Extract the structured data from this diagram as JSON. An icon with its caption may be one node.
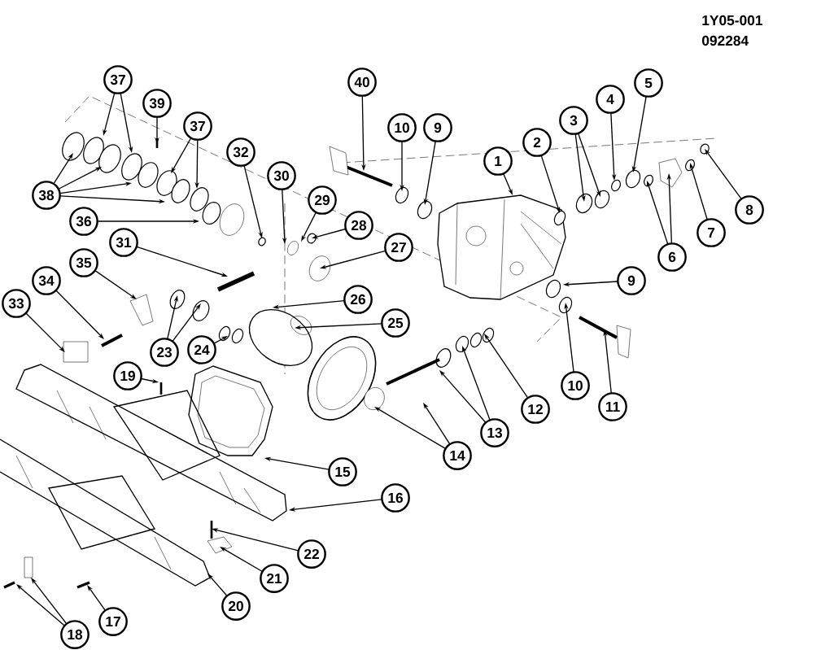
{
  "diagram": {
    "nodes": [
      {
        "text": [
          "1"
        ]
      },
      {
        "text": [
          "2"
        ]
      },
      {
        "text": [
          "3"
        ]
      },
      {
        "text": [
          "4"
        ]
      },
      {
        "text": [
          "5"
        ]
      },
      {
        "text": [
          "6"
        ]
      },
      {
        "text": [
          "7"
        ]
      },
      {
        "text": [
          "8"
        ]
      },
      {
        "text": [
          "9"
        ]
      },
      {
        "text": [
          "9"
        ]
      },
      {
        "text": [
          "10"
        ]
      },
      {
        "text": [
          "10"
        ]
      },
      {
        "text": [
          "11"
        ]
      },
      {
        "text": [
          "12"
        ]
      },
      {
        "text": [
          "13"
        ]
      },
      {
        "text": [
          "14"
        ]
      },
      {
        "text": [
          "15"
        ]
      },
      {
        "text": [
          "16"
        ]
      },
      {
        "text": [
          "17"
        ]
      },
      {
        "text": [
          "18"
        ]
      },
      {
        "text": [
          "19"
        ]
      },
      {
        "text": [
          "20"
        ]
      },
      {
        "text": [
          "21"
        ]
      },
      {
        "text": [
          "22"
        ]
      },
      {
        "text": [
          "23"
        ]
      },
      {
        "text": [
          "24"
        ]
      },
      {
        "text": [
          "25"
        ]
      },
      {
        "text": [
          "26"
        ]
      },
      {
        "text": [
          "27"
        ]
      },
      {
        "text": [
          "28"
        ]
      },
      {
        "text": [
          "29"
        ]
      },
      {
        "text": [
          "30"
        ]
      },
      {
        "text": [
          "31"
        ]
      },
      {
        "text": [
          "32"
        ]
      },
      {
        "text": [
          "33"
        ]
      },
      {
        "text": [
          "34"
        ]
      },
      {
        "text": [
          "35"
        ]
      },
      {
        "text": [
          "36"
        ]
      },
      {
        "text": [
          "37"
        ]
      },
      {
        "text": [
          "37"
        ]
      },
      {
        "text": [
          "38"
        ]
      },
      {
        "text": [
          "39"
        ]
      },
      {
        "text": [
          "40"
        ]
      }
    ],
    "edges": [
      {
        "from": 0,
        "to": null,
        "arrow": "to"
      },
      {
        "from": 1,
        "to": null,
        "arrow": "to"
      },
      {
        "from": 2,
        "to": null,
        "arrow": "to"
      },
      {
        "from": 2,
        "to": null,
        "arrow": "to"
      },
      {
        "from": 3,
        "to": null,
        "arrow": "to"
      },
      {
        "from": 4,
        "to": null,
        "arrow": "to"
      },
      {
        "from": 5,
        "to": null,
        "arrow": "to"
      },
      {
        "from": 5,
        "to": null,
        "arrow": "to"
      },
      {
        "from": 6,
        "to": null,
        "arrow": "to"
      },
      {
        "from": 7,
        "to": null,
        "arrow": "to"
      },
      {
        "from": 8,
        "to": null,
        "arrow": "to"
      },
      {
        "from": 9,
        "to": null,
        "arrow": "to"
      },
      {
        "from": 10,
        "to": null,
        "arrow": "to"
      },
      {
        "from": 11,
        "to": null,
        "arrow": "to"
      },
      {
        "from": 12,
        "to": null,
        "arrow": "to"
      },
      {
        "from": 13,
        "to": null,
        "arrow": "to"
      },
      {
        "from": 14,
        "to": null,
        "arrow": "to"
      },
      {
        "from": 14,
        "to": null,
        "arrow": "to"
      },
      {
        "from": 15,
        "to": null,
        "arrow": "to"
      },
      {
        "from": 15,
        "to": null,
        "arrow": "to"
      },
      {
        "from": 16,
        "to": null,
        "arrow": "to"
      },
      {
        "from": 17,
        "to": null,
        "arrow": "to"
      },
      {
        "from": 18,
        "to": null,
        "arrow": "to"
      },
      {
        "from": 19,
        "to": null,
        "arrow": "to"
      },
      {
        "from": 19,
        "to": null,
        "arrow": "to"
      },
      {
        "from": 20,
        "to": null,
        "arrow": "to"
      },
      {
        "from": 21,
        "to": null,
        "arrow": "to"
      },
      {
        "from": 22,
        "to": null,
        "arrow": "to"
      },
      {
        "from": 23,
        "to": null,
        "arrow": "to"
      },
      {
        "from": 24,
        "to": null,
        "arrow": "to"
      },
      {
        "from": 24,
        "to": null,
        "arrow": "to"
      },
      {
        "from": 25,
        "to": null,
        "arrow": "to"
      },
      {
        "from": 26,
        "to": null,
        "arrow": "to"
      },
      {
        "from": 27,
        "to": null,
        "arrow": "to"
      },
      {
        "from": 28,
        "to": null,
        "arrow": "to"
      },
      {
        "from": 29,
        "to": null,
        "arrow": "to"
      },
      {
        "from": 30,
        "to": null,
        "arrow": "to"
      },
      {
        "from": 31,
        "to": null,
        "arrow": "to"
      },
      {
        "from": 32,
        "to": null,
        "arrow": "to"
      },
      {
        "from": 33,
        "to": null,
        "arrow": "to"
      },
      {
        "from": 34,
        "to": null,
        "arrow": "to"
      },
      {
        "from": 35,
        "to": null,
        "arrow": "to"
      },
      {
        "from": 36,
        "to": null,
        "arrow": "to"
      },
      {
        "from": 37,
        "to": null,
        "arrow": "to"
      },
      {
        "from": 38,
        "to": null,
        "arrow": "to"
      },
      {
        "from": 38,
        "to": null,
        "arrow": "to"
      },
      {
        "from": 39,
        "to": null,
        "arrow": "to"
      },
      {
        "from": 39,
        "to": null,
        "arrow": "to"
      },
      {
        "from": 40,
        "to": null,
        "arrow": "to"
      },
      {
        "from": 40,
        "to": null,
        "arrow": "to"
      },
      {
        "from": 40,
        "to": null,
        "arrow": "to"
      },
      {
        "from": 40,
        "to": null,
        "arrow": "to"
      },
      {
        "from": 41,
        "to": null,
        "arrow": "to"
      },
      {
        "from": 42,
        "to": null,
        "arrow": "to"
      }
    ],
    "labels": [
      "1Y05-001",
      "092284"
    ]
  }
}
